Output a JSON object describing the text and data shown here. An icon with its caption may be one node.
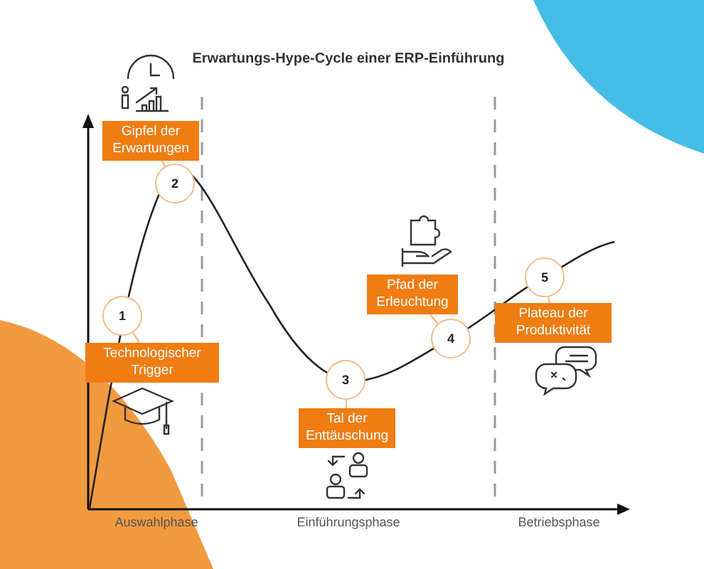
{
  "diagram": {
    "title": "Erwartungs-Hype-Cycle einer ERP-Einführung",
    "nodes": [
      {
        "text": [
          "Gipfel der Erwartungen"
        ]
      },
      {
        "text": [
          "2"
        ]
      },
      {
        "text": [
          "1"
        ]
      },
      {
        "text": [
          "Technologischer Trigger"
        ]
      },
      {
        "text": [
          "Pfad der Erleuchtung"
        ]
      },
      {
        "text": [
          "5"
        ]
      },
      {
        "text": [
          "Plateau der Produktivität"
        ]
      },
      {
        "text": [
          "4"
        ]
      },
      {
        "text": [
          "3"
        ]
      },
      {
        "text": [
          "Tal der Enttäuschung"
        ]
      }
    ],
    "edges": [
      {
        "from": 0,
        "to": 1,
        "arrow": "none"
      },
      {
        "from": 3,
        "to": 2,
        "arrow": "none"
      },
      {
        "from": 4,
        "to": 7,
        "arrow": "none"
      },
      {
        "from": 6,
        "to": 5,
        "arrow": "none"
      },
      {
        "from": 9,
        "to": 8,
        "arrow": "none"
      }
    ],
    "labels": [
      "Auswahlphase",
      "Einführungsphase",
      "Betriebsphase"
    ]
  }
}
